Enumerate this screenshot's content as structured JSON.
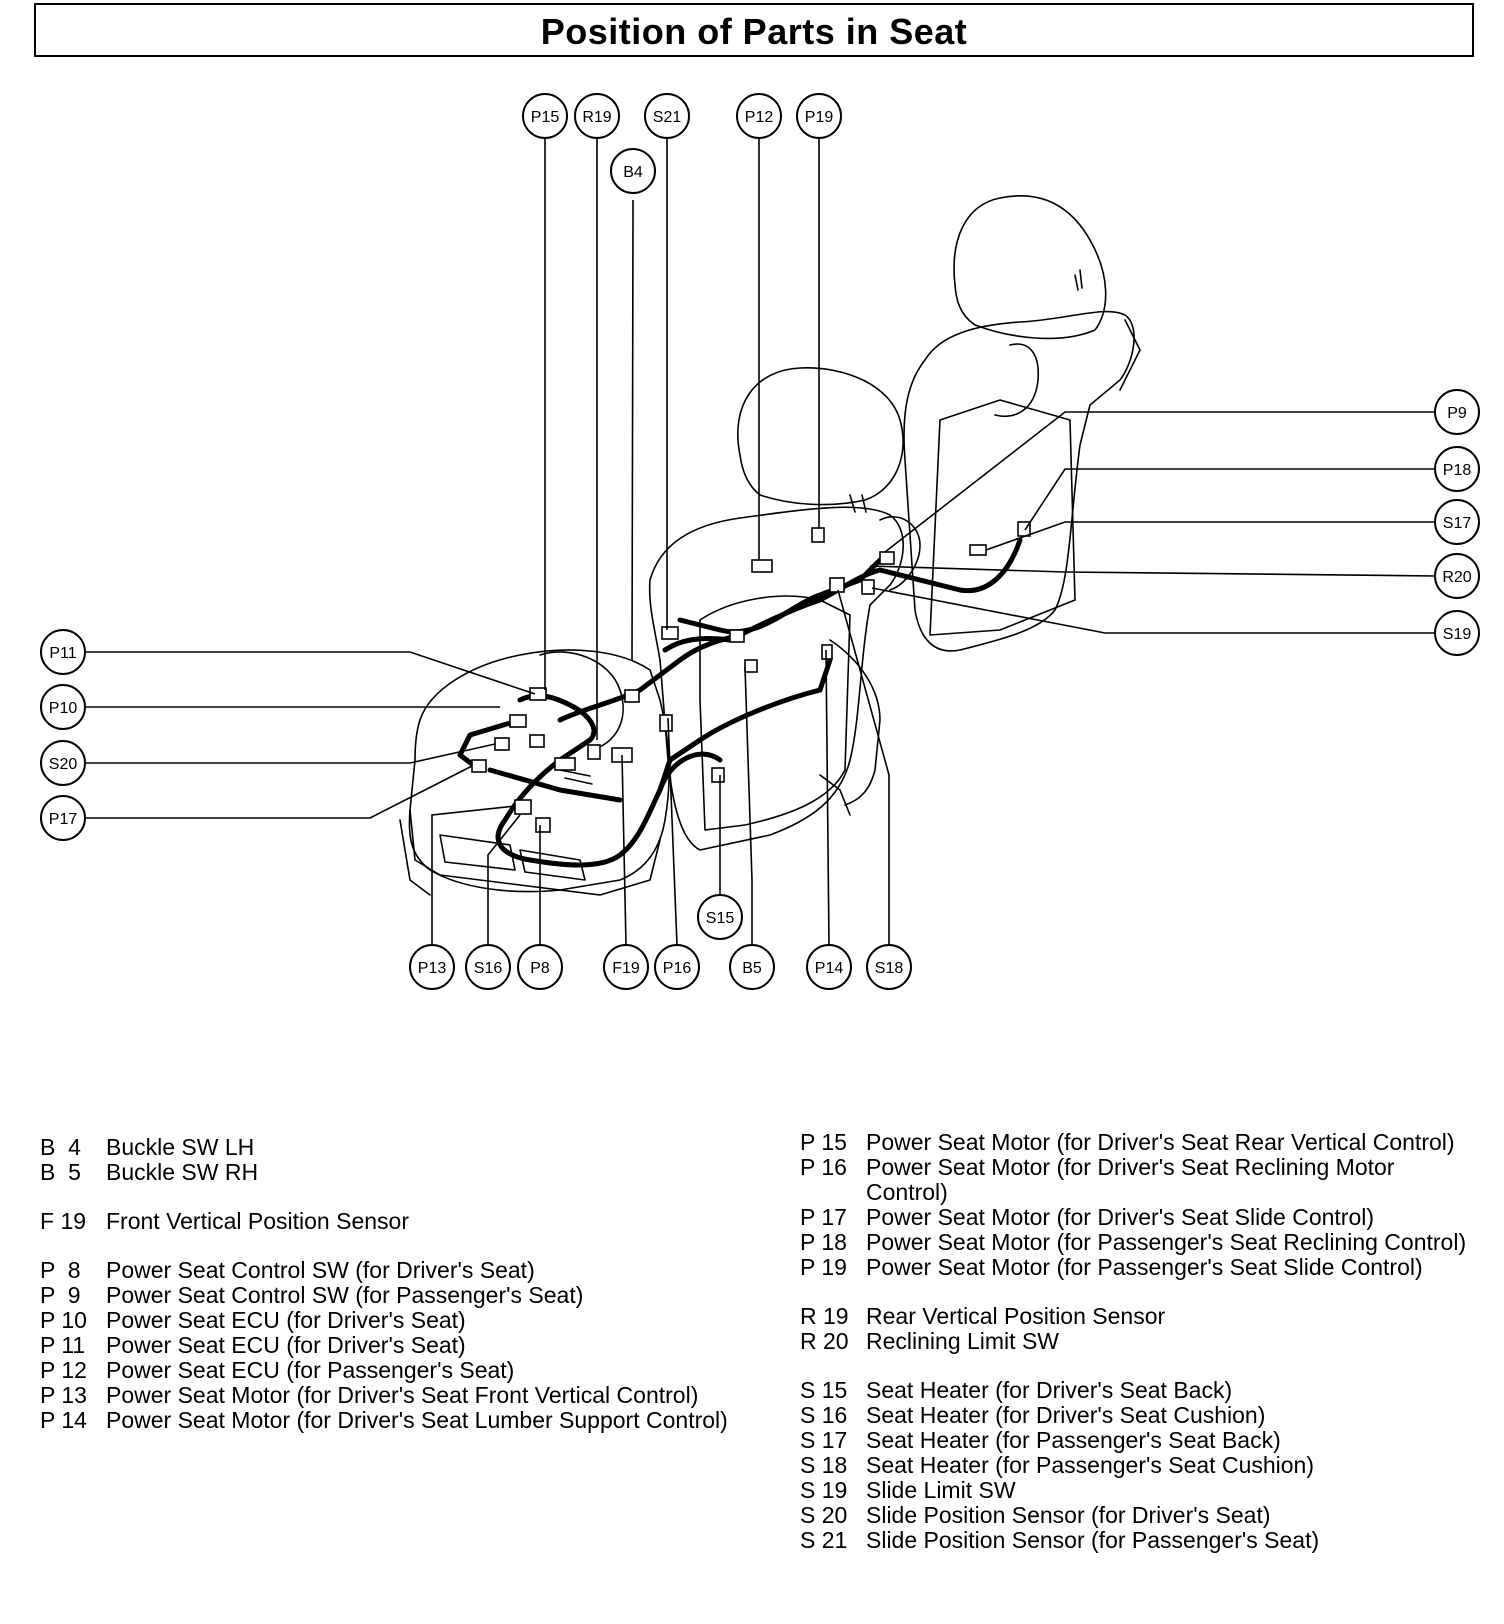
{
  "title": "Position of Parts in Seat",
  "callouts": [
    {
      "id": "P15",
      "label": "P15"
    },
    {
      "id": "R19",
      "label": "R19"
    },
    {
      "id": "S21",
      "label": "S21"
    },
    {
      "id": "B4",
      "label": "B4"
    },
    {
      "id": "P12",
      "label": "P12"
    },
    {
      "id": "P19",
      "label": "P19"
    },
    {
      "id": "P9",
      "label": "P9"
    },
    {
      "id": "P18",
      "label": "P18"
    },
    {
      "id": "S17",
      "label": "S17"
    },
    {
      "id": "R20",
      "label": "R20"
    },
    {
      "id": "S19",
      "label": "S19"
    },
    {
      "id": "P11",
      "label": "P11"
    },
    {
      "id": "P10",
      "label": "P10"
    },
    {
      "id": "S20",
      "label": "S20"
    },
    {
      "id": "P17",
      "label": "P17"
    },
    {
      "id": "S15",
      "label": "S15"
    },
    {
      "id": "P13",
      "label": "P13"
    },
    {
      "id": "S16",
      "label": "S16"
    },
    {
      "id": "P8",
      "label": "P8"
    },
    {
      "id": "F19",
      "label": "F19"
    },
    {
      "id": "P16",
      "label": "P16"
    },
    {
      "id": "B5",
      "label": "B5"
    },
    {
      "id": "P14",
      "label": "P14"
    },
    {
      "id": "S18",
      "label": "S18"
    }
  ],
  "legend_left": [
    {
      "code": "B  4",
      "desc": "Buckle SW LH"
    },
    {
      "code": "B  5",
      "desc": "Buckle SW RH"
    },
    {
      "gap": true
    },
    {
      "code": "F 19",
      "desc": "Front Vertical Position Sensor"
    },
    {
      "gap": true
    },
    {
      "code": "P  8",
      "desc": "Power Seat Control SW (for Driver's Seat)"
    },
    {
      "code": "P  9",
      "desc": "Power Seat Control SW (for Passenger's Seat)"
    },
    {
      "code": "P 10",
      "desc": "Power Seat ECU (for Driver's Seat)"
    },
    {
      "code": "P 11",
      "desc": "Power Seat ECU (for Driver's Seat)"
    },
    {
      "code": "P 12",
      "desc": "Power Seat ECU (for Passenger's Seat)"
    },
    {
      "code": "P 13",
      "desc": "Power Seat Motor (for Driver's Seat Front Vertical Control)"
    },
    {
      "code": "P 14",
      "desc": "Power Seat Motor (for Driver's Seat Lumber Support Control)"
    }
  ],
  "legend_right": [
    {
      "code": "P 15",
      "desc": "Power Seat Motor (for Driver's Seat Rear Vertical Control)"
    },
    {
      "code": "P 16",
      "desc": "Power Seat Motor (for Driver's Seat Reclining Motor Control)"
    },
    {
      "code": "P 17",
      "desc": "Power Seat Motor (for Driver's Seat Slide Control)"
    },
    {
      "code": "P 18",
      "desc": "Power Seat Motor (for Passenger's Seat Reclining Control)"
    },
    {
      "code": "P 19",
      "desc": "Power Seat Motor (for Passenger's Seat Slide Control)"
    },
    {
      "gap": true
    },
    {
      "code": "R 19",
      "desc": "Rear Vertical Position Sensor"
    },
    {
      "code": "R 20",
      "desc": "Reclining Limit SW"
    },
    {
      "gap": true
    },
    {
      "code": "S 15",
      "desc": "Seat Heater (for Driver's Seat Back)"
    },
    {
      "code": "S 16",
      "desc": "Seat Heater (for Driver's Seat Cushion)"
    },
    {
      "code": "S 17",
      "desc": "Seat Heater (for Passenger's Seat Back)"
    },
    {
      "code": "S 18",
      "desc": "Seat Heater (for Passenger's Seat Cushion)"
    },
    {
      "code": "S 19",
      "desc": "Slide Limit SW"
    },
    {
      "code": "S 20",
      "desc": "Slide Position Sensor (for Driver's Seat)"
    },
    {
      "code": "S 21",
      "desc": "Slide Position Sensor (for Passenger's Seat)"
    }
  ]
}
